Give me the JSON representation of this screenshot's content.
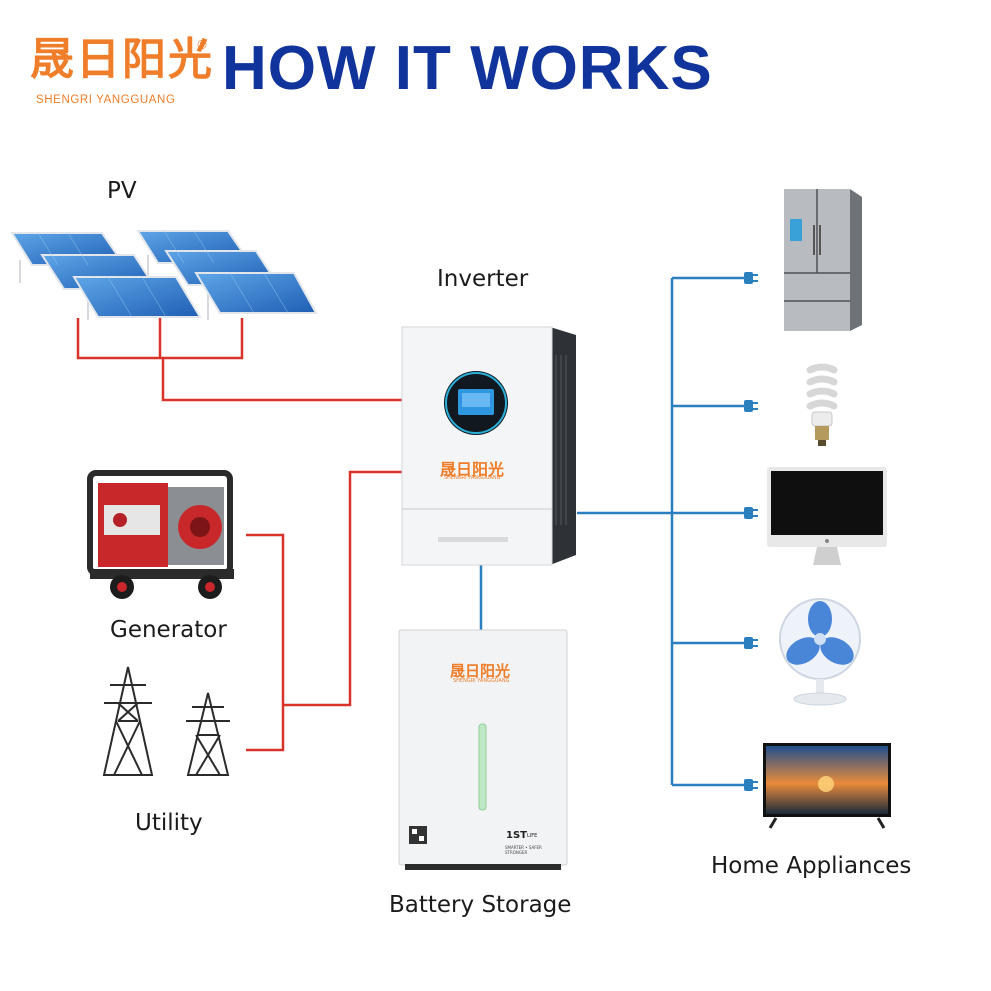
{
  "brand": {
    "name_cn": "晟日阳光",
    "name_en": "SHENGRI YANGGUANG",
    "registered": "®"
  },
  "header": {
    "title": "HOW IT WORKS"
  },
  "labels": {
    "pv": "PV",
    "inverter": "Inverter",
    "generator": "Generator",
    "utility": "Utility",
    "battery": "Battery Storage",
    "home": "Home Appliances"
  },
  "devices": {
    "inverter_brand_cn": "晟日阳光",
    "inverter_brand_en": "SHENGRI YANGGUANG",
    "battery_brand_cn": "晟日阳光",
    "battery_brand_en": "SHENGRI YANGGUANG",
    "battery_tag": "1ST",
    "battery_tag_small": "LIFE",
    "battery_slogan": "SMARTER • SAFER STRONGER"
  },
  "colors": {
    "title": "#10349b",
    "brand": "#ef7d2a",
    "ac_wire": "#d9332b",
    "load_wire": "#2a7fbf"
  },
  "icons": [
    "solar-panel-icon",
    "generator-icon",
    "power-tower-icon",
    "fridge-icon",
    "bulb-icon",
    "monitor-icon",
    "fan-icon",
    "tv-icon",
    "plug-icon"
  ]
}
